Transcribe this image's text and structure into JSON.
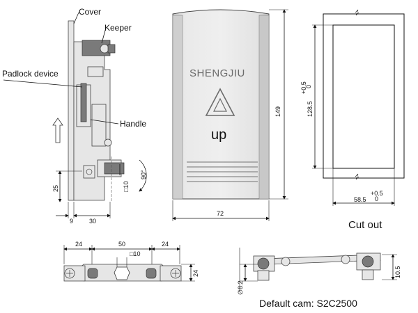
{
  "side_view": {
    "labels": {
      "cover": "Cover",
      "keeper": "Keeper",
      "padlock": "Padlock device",
      "handle": "Handle"
    },
    "dims": {
      "d25": "25",
      "d9": "9",
      "d30": "30",
      "sq10": "□10",
      "angle": "90°"
    }
  },
  "front_view": {
    "brand": "SHENGJIU",
    "logo": "up",
    "dims": {
      "height": "149",
      "width": "72"
    }
  },
  "cutout": {
    "title": "Cut out",
    "height": "128.5",
    "height_tol_upper": "+0.5",
    "height_tol_lower": "0",
    "width": "58.5",
    "width_tol_upper": "+0.5",
    "width_tol_lower": "0"
  },
  "bottom_view": {
    "dims": {
      "left": "24",
      "middle": "50",
      "right": "24",
      "square": "□10",
      "height": "24"
    }
  },
  "cam_view": {
    "caption": "Default cam: S2C2500",
    "dims": {
      "dia": "8.2",
      "h": "10.5"
    }
  }
}
